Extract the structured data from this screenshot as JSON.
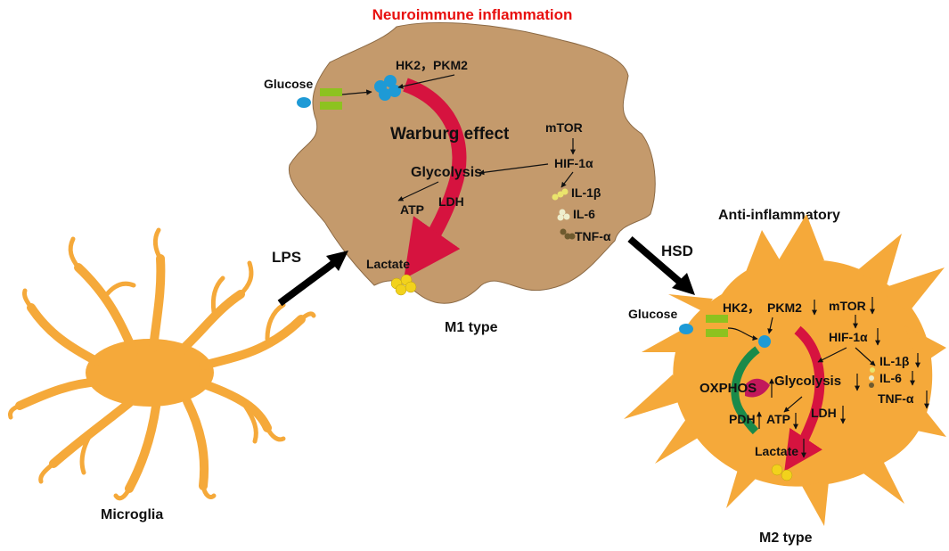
{
  "title": "Neuroimmune inflammation",
  "colors": {
    "title": "#e8100f",
    "m1_cell": "#c49a6c",
    "m1_cell_stroke": "#8c6a45",
    "microglia": "#f5a93a",
    "glucose": "#1e9ad6",
    "transporter": "#8dc21f",
    "warburg_arrow": "#d6133f",
    "oxphos_arrow_green": "#1a8a4a",
    "oxphos_arrow_magenta": "#c2185b",
    "lactate": "#f2d21c",
    "il1b": "#eae46c",
    "il6": "#eeeecc",
    "tnfa": "#6e5a2e"
  },
  "microglia": {
    "label": "Microglia"
  },
  "stimuli": {
    "lps": "LPS",
    "hsd": "HSD"
  },
  "m1": {
    "type_label": "M1 type",
    "glucose": "Glucose",
    "hk2_pkm2": "HK2，PKM2",
    "warburg": "Warburg effect",
    "mtor": "mTOR",
    "hif": "HIF-1α",
    "glycolysis": "Glycolysis",
    "atp": "ATP",
    "ldh": "LDH",
    "il1b": "IL-1β",
    "il6": "IL-6",
    "tnfa": "TNF-α",
    "lactate": "Lactate"
  },
  "m2": {
    "heading": "Anti-inflammatory",
    "type_label": "M2 type",
    "glucose": "Glucose",
    "hk2": "HK2，",
    "pkm2": "PKM2",
    "mtor": "mTOR",
    "hif": "HIF-1α",
    "il1b": "IL-1β",
    "il6": "IL-6",
    "tnfa": "TNF-α",
    "oxphos": "OXPHOS",
    "glycolysis": "Glycolysis",
    "pdh": "PDH",
    "atp": "ATP",
    "ldh": "LDH",
    "lactate": "Lactate"
  }
}
